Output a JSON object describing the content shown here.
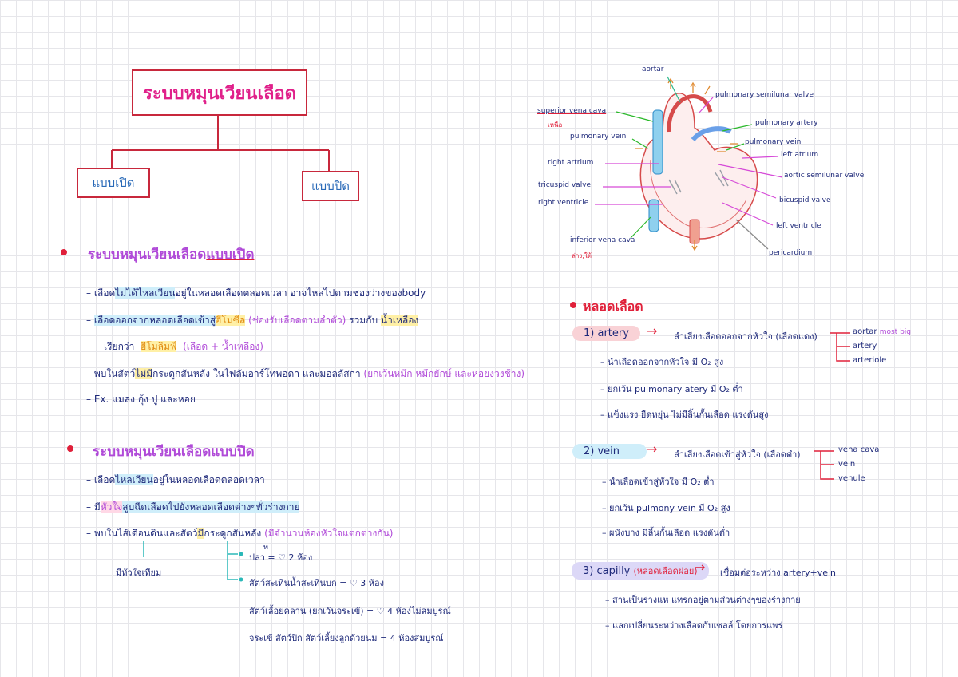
{
  "title_box": "ระบบหมุนเวียนเลือด",
  "branch_left": "แบบเปิด",
  "branch_right": "แบบปิด",
  "open": {
    "heading_pre": "ระบบหมุนเวียนเลือด",
    "heading_hl": "แบบเปิด",
    "l1_a": "เลือด",
    "l1_b": "ไม่ได้ไหลเวียน",
    "l1_c": "อยู่ในหลอดเลือดตลอดเวลา อาจไหลไปตามช่องว่างของbody",
    "l2_a": "เลือดออกจากหลอดเลือดเข้าสู่",
    "l2_b": "ฮีโมซีล",
    "l2_c": "(ช่องรับเลือดตามลำตัว)",
    "l2_d": "รวมกับ",
    "l2_e": "น้ำเหลือง",
    "l3_a": "เรียกว่า",
    "l3_b": "ฮีโมลิมฟ์",
    "l3_c": "(เลือด + น้ำเหลือง)",
    "l4_a": "พบในสัตว์",
    "l4_b": "ไม่มี",
    "l4_c": "กระดูกสันหลัง ในไฟลัมอาร์โทพอดา และมอลลัสกา",
    "l4_d": "(ยกเว้นหมึก หมึกยักษ์ และหอยงวงช้าง)",
    "l5": "Ex. แมลง กุ้ง ปู และหอย"
  },
  "closed": {
    "heading_pre": "ระบบหมุนเวียนเลือด",
    "heading_hl": "แบบปิด",
    "l1_a": "เลือด",
    "l1_b": "ไหลเวียน",
    "l1_c": "อยู่ในหลอดเลือดตลอดเวลา",
    "l2_a": "มี",
    "l2_b": "หัวใจ",
    "l2_c": "สูบฉีดเลือดไปยังหลอดเลือดต่างๆทั่วร่างกาย",
    "l3_a": "พบในไส้เดือนดินและสัตว์",
    "l3_b": "มี",
    "l3_c": "กระดูกสันหลัง",
    "l3_d": "(มีจำนวนห้องหัวใจแตกต่างกัน)",
    "side": "มีหัวใจเทียม",
    "fish_mark": "ท",
    "fish": "ปลา = ♡ 2 ห้อง",
    "amph": "สัตว์สะเทินน้ำสะเทินบก = ♡ 3 ห้อง",
    "rept": "สัตว์เลื้อยคลาน (ยกเว้นจระเข้) = ♡ 4 ห้องไม่สมบูรณ์",
    "croc": "จระเข้ สัตว์ปีก สัตว์เลี้ยงลูกด้วยนม = 4 ห้องสมบูรณ์"
  },
  "heart": {
    "aortar": "aortar",
    "psv": "pulmonary semilunar valve",
    "svc": "superior vena cava",
    "svc_th": "เหนือ",
    "pa": "pulmonary artery",
    "pv_left": "pulmonary vein",
    "pv_right": "pulmonary vein",
    "la": "left atrium",
    "ra": "right artrium",
    "asv": "aortic semilunar valve",
    "tv": "tricuspid valve",
    "bv": "bicuspid valve",
    "rv": "right ventricle",
    "lv": "left ventricle",
    "ivc": "inferior vena cava",
    "ivc_th": "ล่าง,ใต้",
    "peri": "pericardium"
  },
  "vessels": {
    "heading": "หลอดเลือด",
    "artery_pill": "1) artery",
    "artery_desc": "ลำเลียงเลือดออกจากหัวใจ (เลือดแดง)",
    "artery_b1": "aortar",
    "artery_b1_note": "most big",
    "artery_b2": "artery",
    "artery_b3": "arteriole",
    "artery_l1": "นำเลือดออกจากหัวใจ มี O₂ สูง",
    "artery_l2": "ยกเว้น pulmonary atery มี O₂ ต่ำ",
    "artery_l3": "แข็งแรง ยืดหยุ่น ไม่มีลิ้นกั้นเลือด แรงดันสูง",
    "vein_pill": "2) vein",
    "vein_desc": "ลำเลียงเลือดเข้าสู่หัวใจ (เลือดดำ)",
    "vein_b1": "vena cava",
    "vein_b2": "vein",
    "vein_b3": "venule",
    "vein_l1": "นำเลือดเข้าสู่หัวใจ มี O₂ ต่ำ",
    "vein_l2": "ยกเว้น pulmony vein มี O₂ สูง",
    "vein_l3": "ผนังบาง มีลิ้นกั้นเลือด แรงดันต่ำ",
    "cap_pill": "3) capilly",
    "cap_pill_th": "(หลอดเลือดฝอย)",
    "cap_desc": "เชื่อมต่อระหว่าง artery+vein",
    "cap_l1": "สานเป็นร่างแห แทรกอยู่ตามส่วนต่างๆของร่างกาย",
    "cap_l2": "แลกเปลี่ยนระหว่างเลือดกับเซลล์ โดยการแพร่"
  },
  "colors": {
    "box_border": "#c8283c",
    "title_text": "#e0208a",
    "heading": "#b04ad8",
    "body_text": "#1f2a7a",
    "bullet": "#e0203a",
    "teal": "#2ab8b8"
  }
}
